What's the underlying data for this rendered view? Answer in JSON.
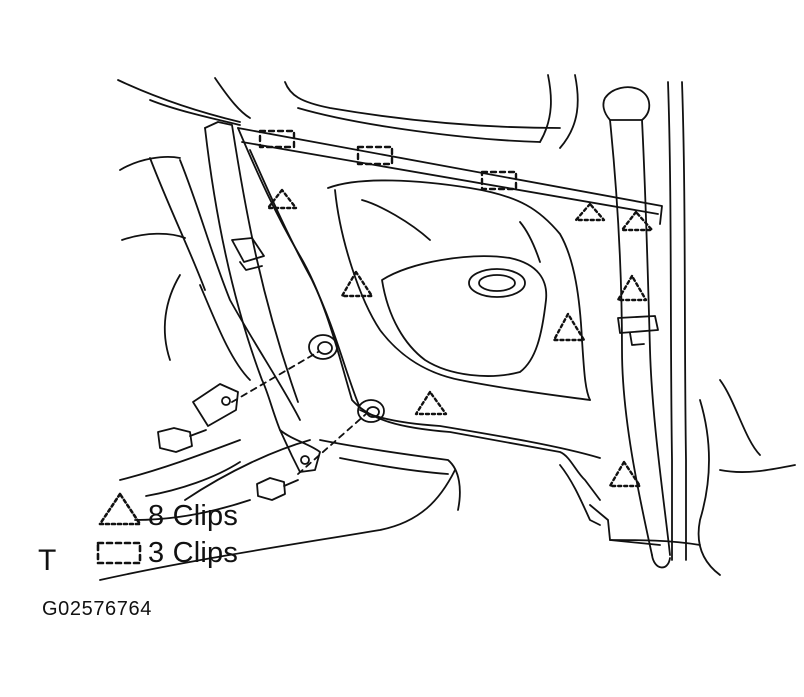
{
  "legend": {
    "triangle_label": "8 Clips",
    "rectangle_label": "3 Clips"
  },
  "side_marker": "T",
  "figure_code": "G02576764"
}
